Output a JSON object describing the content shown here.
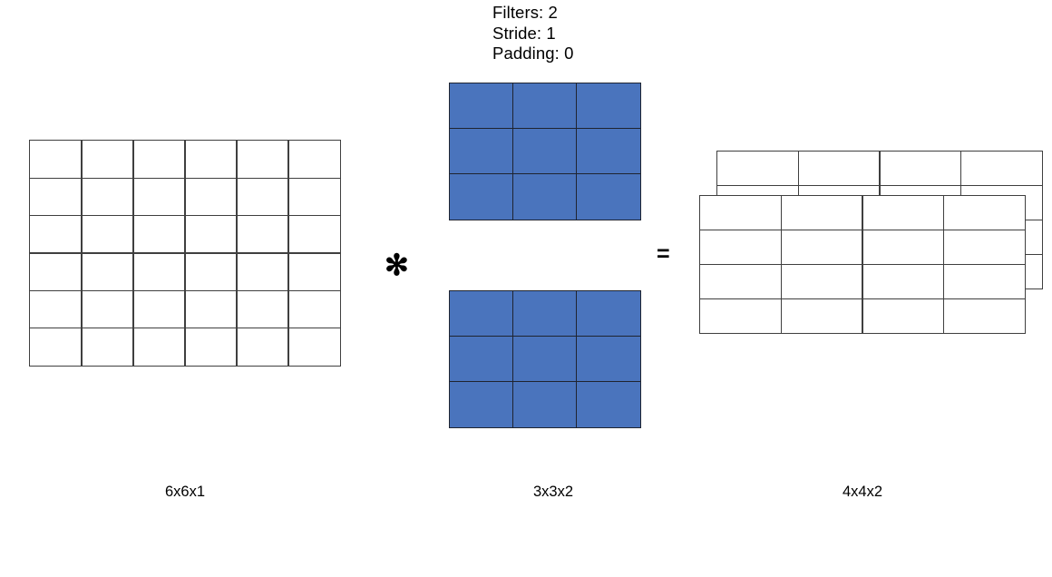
{
  "diagram": {
    "title_block": {
      "filters_label": "Filters: 2",
      "stride_label": "Stride: 1",
      "padding_label": "Padding: 0"
    },
    "operators": {
      "convolve": "✻",
      "equals": "="
    },
    "input": {
      "caption": "6x6x1",
      "rows": 6,
      "cols": 6,
      "depth": 1,
      "fill_color": "#ffffff",
      "border_color": "#3f3f3f"
    },
    "filters": {
      "caption": "3x3x2",
      "rows": 3,
      "cols": 3,
      "count": 2,
      "fill_color": "#4a74bd",
      "border_color": "#1f2430"
    },
    "output": {
      "caption": "4x4x2",
      "rows": 4,
      "cols": 4,
      "depth": 2,
      "fill_color": "#ffffff",
      "border_color": "#3f3f3f"
    }
  }
}
